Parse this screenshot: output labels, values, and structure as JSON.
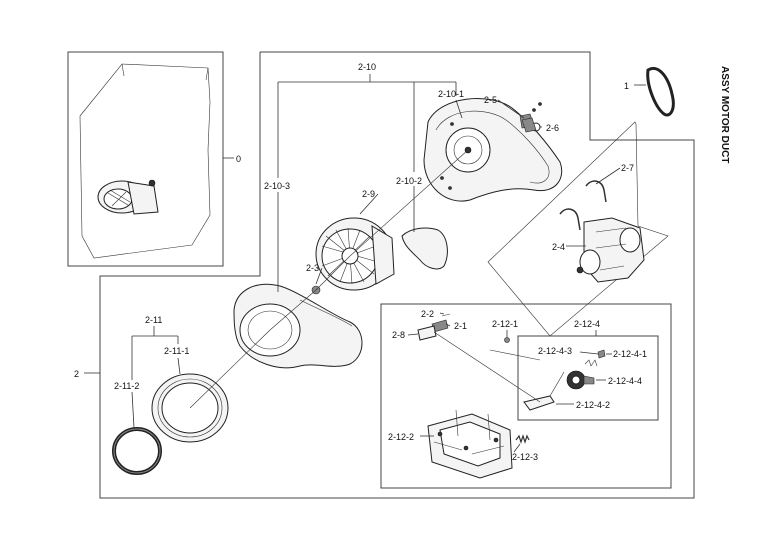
{
  "title": "ASSY MOTOR DUCT",
  "callouts": {
    "c0": "0",
    "c1": "1",
    "c2": "2",
    "c2_1": "2-1",
    "c2_2": "2-2",
    "c2_3": "2-3",
    "c2_4": "2-4",
    "c2_5": "2-5",
    "c2_6": "2-6",
    "c2_7": "2-7",
    "c2_8": "2-8",
    "c2_9": "2-9",
    "c2_10": "2-10",
    "c2_10_1": "2-10-1",
    "c2_10_2": "2-10-2",
    "c2_10_3": "2-10-3",
    "c2_11": "2-11",
    "c2_11_1": "2-11-1",
    "c2_11_2": "2-11-2",
    "c2_12_1": "2-12-1",
    "c2_12_2": "2-12-2",
    "c2_12_3": "2-12-3",
    "c2_12_4": "2-12-4",
    "c2_12_4_1": "2-12-4-1",
    "c2_12_4_2": "2-12-4-2",
    "c2_12_4_3": "2-12-4-3",
    "c2_12_4_4": "2-12-4-4"
  }
}
